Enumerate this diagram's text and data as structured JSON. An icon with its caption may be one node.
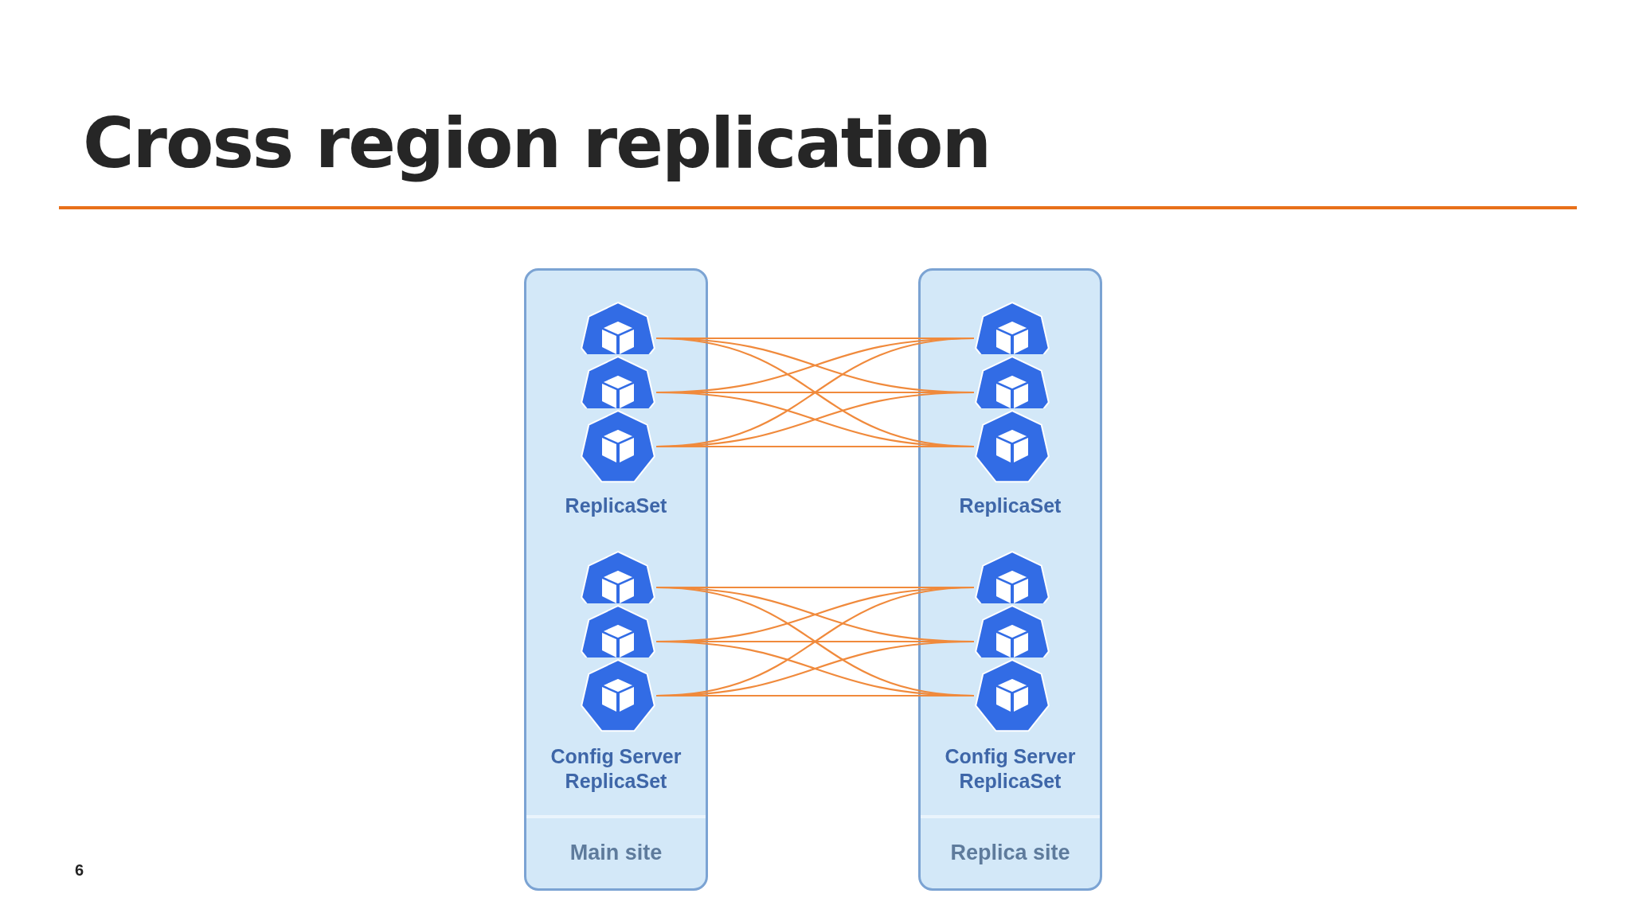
{
  "diagram": {
    "title": "Cross region replication",
    "nodes": [
      {
        "text": [
          "Main site"
        ]
      },
      {
        "text": [],
        "shape": "heptagon",
        "in": 0
      },
      {
        "text": [],
        "shape": "heptagon",
        "in": 0
      },
      {
        "text": [],
        "shape": "heptagon",
        "in": 0
      },
      {
        "text": [],
        "shape": "heptagon",
        "in": 0
      },
      {
        "text": [],
        "shape": "heptagon",
        "in": 0
      },
      {
        "text": [],
        "shape": "heptagon",
        "in": 0
      },
      {
        "text": [
          "Replica site"
        ]
      },
      {
        "text": [],
        "shape": "heptagon",
        "in": 7
      },
      {
        "text": [],
        "shape": "heptagon",
        "in": 7
      },
      {
        "text": [],
        "shape": "heptagon",
        "in": 7
      },
      {
        "text": [],
        "shape": "heptagon",
        "in": 7
      },
      {
        "text": [],
        "shape": "heptagon",
        "in": 7
      },
      {
        "text": [],
        "shape": "heptagon",
        "in": 7
      }
    ],
    "edges": [
      {
        "from": 1,
        "to": 8,
        "arrow": "none"
      },
      {
        "from": 1,
        "to": 9,
        "arrow": "none"
      },
      {
        "from": 1,
        "to": 10,
        "arrow": "none"
      },
      {
        "from": 2,
        "to": 8,
        "arrow": "none"
      },
      {
        "from": 2,
        "to": 9,
        "arrow": "none"
      },
      {
        "from": 2,
        "to": 10,
        "arrow": "none"
      },
      {
        "from": 3,
        "to": 8,
        "arrow": "none"
      },
      {
        "from": 3,
        "to": 9,
        "arrow": "none"
      },
      {
        "from": 3,
        "to": 10,
        "arrow": "none"
      },
      {
        "from": 4,
        "to": 11,
        "arrow": "none"
      },
      {
        "from": 4,
        "to": 12,
        "arrow": "none"
      },
      {
        "from": 4,
        "to": 13,
        "arrow": "none"
      },
      {
        "from": 5,
        "to": 11,
        "arrow": "none"
      },
      {
        "from": 5,
        "to": 12,
        "arrow": "none"
      },
      {
        "from": 5,
        "to": 13,
        "arrow": "none"
      },
      {
        "from": 6,
        "to": 11,
        "arrow": "none"
      },
      {
        "from": 6,
        "to": 12,
        "arrow": "none"
      },
      {
        "from": 6,
        "to": 13,
        "arrow": "none"
      }
    ],
    "labels": [
      "ReplicaSet",
      "ReplicaSet",
      "Config Server ReplicaSet",
      "Config Server ReplicaSet",
      "6"
    ]
  }
}
